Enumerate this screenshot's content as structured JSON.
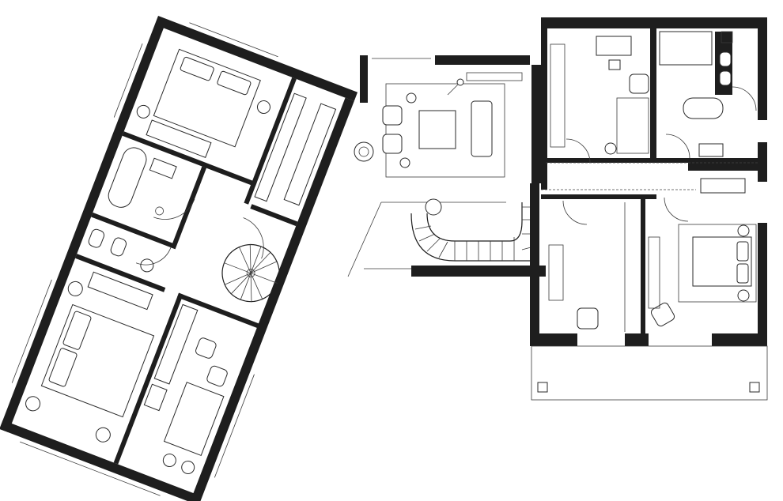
{
  "colors": {
    "wall": "#1e1e1e",
    "background": "#ffffff",
    "line": "#2a2a2a"
  },
  "zones": [
    {
      "id": "left-wing",
      "kind": "rotated-building-wing"
    },
    {
      "id": "center-hall",
      "kind": "living-and-stair-hall"
    },
    {
      "id": "right-wing",
      "kind": "rectangular-building-wing"
    }
  ],
  "rooms": [
    {
      "id": "left-bedroom-top",
      "zone": "left-wing",
      "furniture": [
        "bed",
        "sofa",
        "side-table"
      ]
    },
    {
      "id": "left-bathroom",
      "zone": "left-wing",
      "furniture": [
        "bathtub",
        "sink",
        "shower"
      ]
    },
    {
      "id": "left-wc",
      "zone": "left-wing",
      "furniture": [
        "toilet",
        "bidet",
        "sink"
      ]
    },
    {
      "id": "left-closet",
      "zone": "left-wing",
      "furniture": [
        "wardrobe"
      ]
    },
    {
      "id": "left-bedroom-bottom",
      "zone": "left-wing",
      "furniture": [
        "double-bed",
        "sofa",
        "side-table"
      ]
    },
    {
      "id": "left-study",
      "zone": "left-wing",
      "furniture": [
        "desk",
        "armchair",
        "kitchenette",
        "dining-table"
      ]
    },
    {
      "id": "spiral-stair",
      "zone": "left-wing",
      "furniture": [
        "spiral-staircase"
      ]
    },
    {
      "id": "living-area",
      "zone": "center-hall",
      "furniture": [
        "sofa",
        "coffee-table",
        "armchair",
        "rug"
      ]
    },
    {
      "id": "main-stair",
      "zone": "center-hall",
      "furniture": [
        "curved-staircase"
      ]
    },
    {
      "id": "right-office",
      "zone": "right-wing",
      "furniture": [
        "desk",
        "chair",
        "armchair"
      ]
    },
    {
      "id": "right-bathroom",
      "zone": "right-wing",
      "furniture": [
        "bathtub",
        "toilet",
        "bidet",
        "sink"
      ]
    },
    {
      "id": "right-bedroom",
      "zone": "right-wing",
      "furniture": [
        "double-bed",
        "armchair",
        "side-table"
      ]
    },
    {
      "id": "right-room-small",
      "zone": "right-wing",
      "furniture": [
        "armchair",
        "desk"
      ]
    },
    {
      "id": "terrace",
      "zone": "right-wing",
      "furniture": [
        "columns"
      ]
    }
  ]
}
